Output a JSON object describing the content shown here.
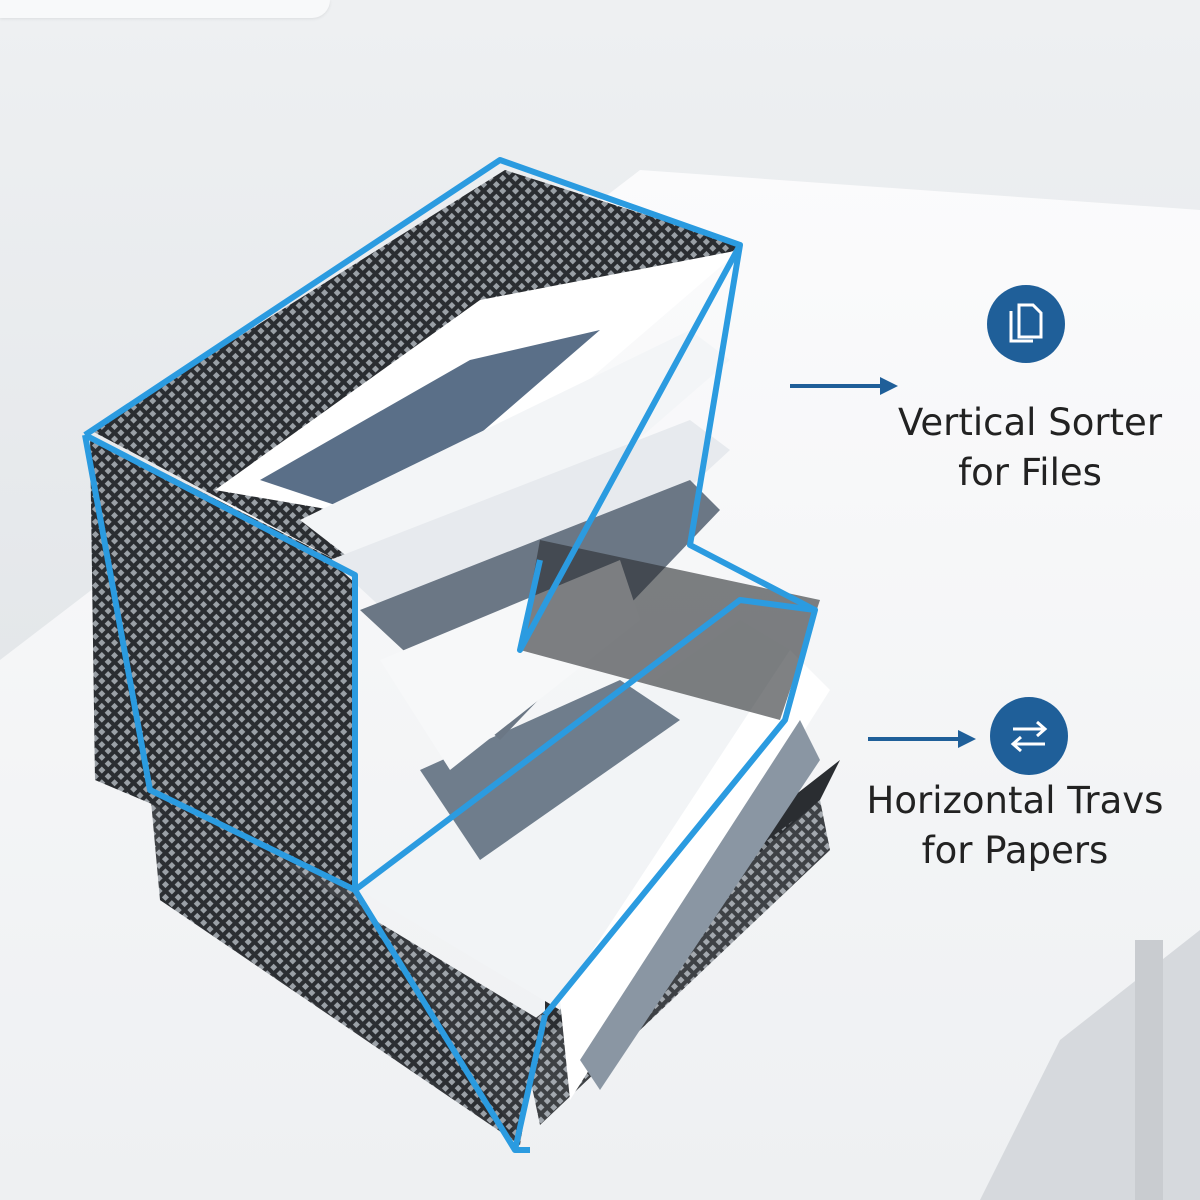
{
  "theme": {
    "accent": "#1f5f99",
    "outline": "#2b9be0",
    "mesh": "#2a2d31",
    "desk": "#f4f5f6"
  },
  "callouts": [
    {
      "icon": "documents-icon",
      "line1": "Vertical Sorter",
      "line2": "for Files"
    },
    {
      "icon": "horizontal-arrows-icon",
      "line1": "Horizontal Travs",
      "line2": "for Papers"
    }
  ]
}
